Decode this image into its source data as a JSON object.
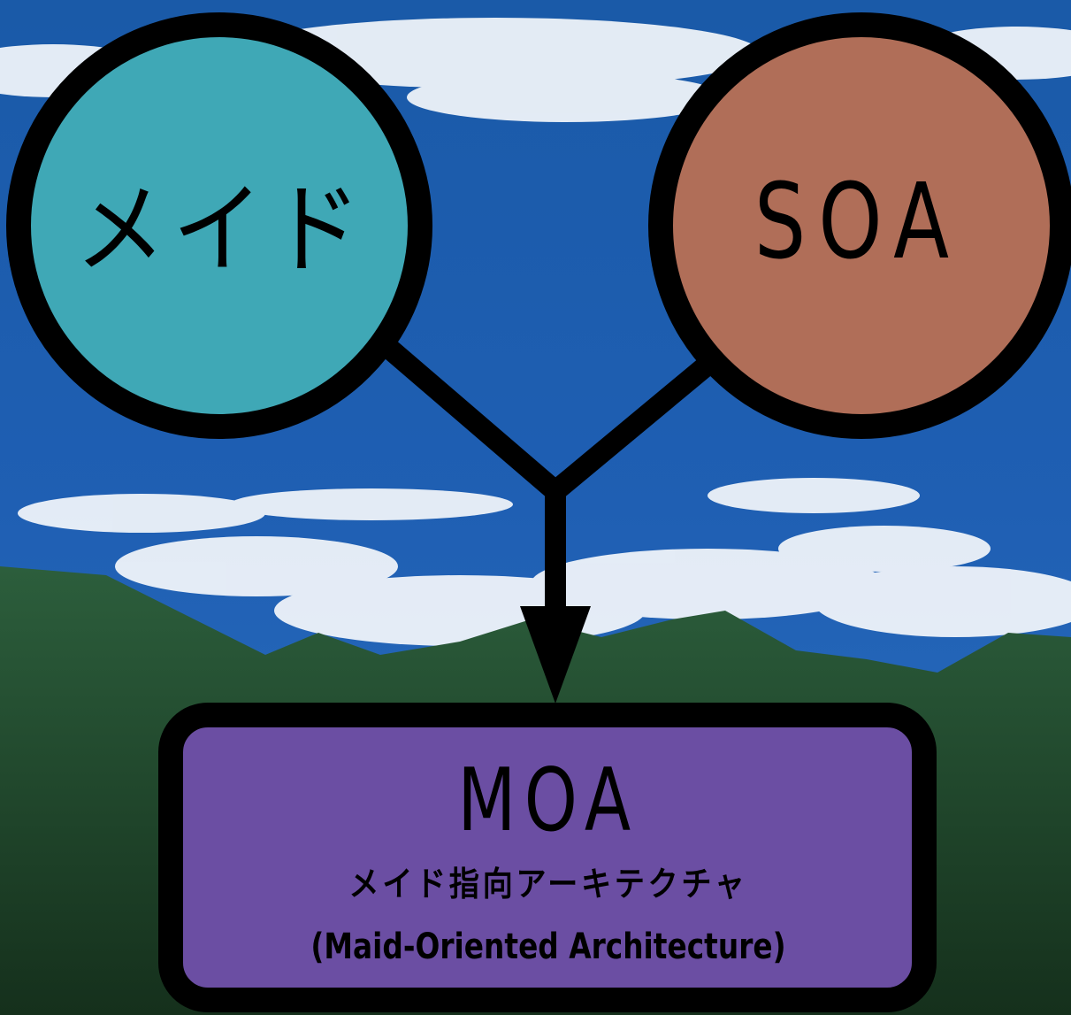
{
  "nodes": {
    "maid": {
      "label": "メイド",
      "color": "#3fa8b6"
    },
    "soa": {
      "label": "SOA",
      "color": "#b06e58"
    }
  },
  "result": {
    "title": "MOA",
    "subtitle_jp": "メイド指向アーキテクチャ",
    "subtitle_en": "(Maid-Oriented Architecture)",
    "color": "#6b4ea3"
  },
  "background": {
    "sky": "#1c4fa0",
    "clouds": "#ffffff",
    "mountains": "#1f4a2c"
  }
}
